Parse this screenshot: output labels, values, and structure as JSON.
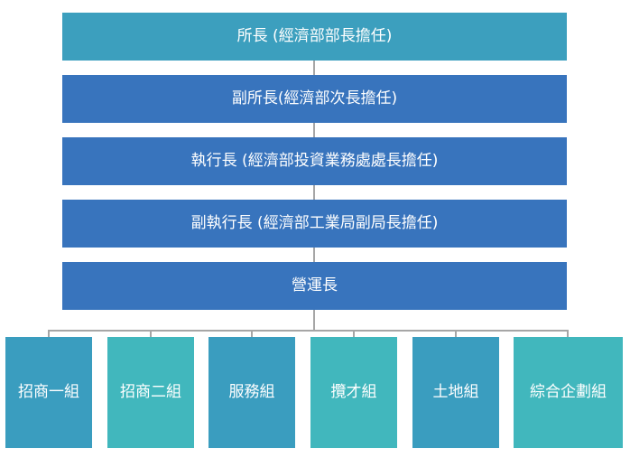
{
  "org_chart": {
    "leadership": [
      {
        "label": "所長 (經濟部部長擔任)",
        "color": "#3c9fbe"
      },
      {
        "label": "副所長(經濟部次長擔任)",
        "color": "#3874bd"
      },
      {
        "label": "執行長 (經濟部投資業務處處長擔任)",
        "color": "#3874bd"
      },
      {
        "label": "副執行長 (經濟部工業局副局長擔任)",
        "color": "#3874bd"
      },
      {
        "label": "營運長",
        "color": "#3874bd"
      }
    ],
    "units": [
      {
        "label": "招商一組",
        "color": "#3a9dbf"
      },
      {
        "label": "招商二組",
        "color": "#41b7bd"
      },
      {
        "label": "服務組",
        "color": "#3a9dbf"
      },
      {
        "label": "攬才組",
        "color": "#41b7bd"
      },
      {
        "label": "土地組",
        "color": "#3a9dbf"
      },
      {
        "label": "綜合企劃組",
        "color": "#41b7bd"
      }
    ],
    "connector_color": "#a6a6a6"
  }
}
